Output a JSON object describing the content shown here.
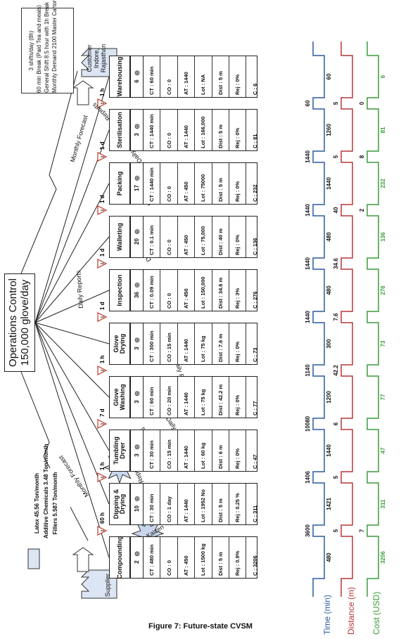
{
  "caption": "Figure 7: Future-state CVSM",
  "control": {
    "title": "Operations Control",
    "subtitle": "150,000 glove/day"
  },
  "supplier": {
    "label": "Supplier",
    "materials": [
      "Latex 45.56 Ton/month",
      "Additive Chemicals 3.48 Ton/month",
      "Fillers 5.587 Ton/month"
    ]
  },
  "customer": {
    "label": "Customer Indore, Rajasthan",
    "notes": [
      "3 shifts/day (8h)",
      "60 min Break (Paid Tea and meals)",
      "General Shift 8.5 hour with 1h Break",
      "Monthly Demand 2100 Master Carton"
    ]
  },
  "arrows": {
    "monthly_forecast": "Monthly Forecast",
    "daily_reports": "Daily Reports",
    "kaizen": "Kaizen"
  },
  "processes": [
    {
      "name": "Compounding",
      "ops": "2",
      "ct": "CT : 480 min",
      "co": "CO : 0",
      "at": "AT : 450",
      "lot": "Lot : 1500 kg",
      "dist": "Dist : 5 m",
      "rej": "Rej : 0.9%",
      "c": "C : 3206"
    },
    {
      "name": "Dipping & Drying",
      "ops": "10",
      "ct": "CT : 30 min",
      "co": "CO : 1 day",
      "at": "AT : 1440",
      "lot": "Lot : 1952 No",
      "dist": "Dist : 5 m",
      "rej": "Rej : 0.25 %",
      "c": "C : 311"
    },
    {
      "name": "Tumbling Dryer",
      "ops": "3",
      "ct": "CT : 30 min",
      "co": "CO : 15 min",
      "at": "AT : 1440",
      "lot": "Lot : 60 kg",
      "dist": "Dist : 6 m",
      "rej": "Rej : 0%",
      "c": "C : 47"
    },
    {
      "name": "Glove Washing",
      "ops": "3",
      "ct": "CT : 60 min",
      "co": "CO : 20 min",
      "at": "AT : 1440",
      "lot": "Lot : 75 kg",
      "dist": "Dist : 42.2 m",
      "rej": "Rej : 0%",
      "c": "C : 77"
    },
    {
      "name": "Glove Drying",
      "ops": "3",
      "ct": "CT : 300 min",
      "co": "CO : 15 min",
      "at": "AT : 1440",
      "lot": "Lot : 75 kg",
      "dist": "Dist : 7.6 m",
      "rej": "Rej : 0%",
      "c": "C : 73"
    },
    {
      "name": "Inspection",
      "ops": "36",
      "ct": "CT : 0.09 min",
      "co": "CO : 0",
      "at": "AT : 450",
      "lot": "Lot : 150,000",
      "dist": "Dist : 34.6 m",
      "rej": "Rej : 3%",
      "c": "C : 276"
    },
    {
      "name": "Walleting",
      "ops": "20",
      "ct": "CT : 0.1 min",
      "co": "CO : 0",
      "at": "AT : 450",
      "lot": "Lot : 75,000",
      "dist": "Dist : 40 m",
      "rej": "Rej : 0%",
      "c": "C : 136"
    },
    {
      "name": "Packing",
      "ops": "17",
      "ct": "CT : 1440 min",
      "co": "CO : 0",
      "at": "AT : 450",
      "lot": "Lot : 75000",
      "dist": "Dist : 5 m",
      "rej": "Rej : 0%",
      "c": "C : 232"
    },
    {
      "name": "Sterilisation",
      "ops": "3",
      "ct": "CT : 1440 min",
      "co": "CO : 0",
      "at": "AT : 1440",
      "lot": "Lot : 166,000",
      "dist": "Dist : 5 m",
      "rej": "Rej : 0%",
      "c": "C : 81"
    },
    {
      "name": "Warehousing",
      "ops": "6",
      "ct": "CT : 60 min",
      "co": "CO : 0",
      "at": "AT : 1440",
      "lot": "Lot : NA",
      "dist": "Dist : 5 m",
      "rej": "Rej : 0%",
      "c": "C : 6"
    }
  ],
  "inventory": [
    "60 h",
    "1 h",
    "7 d",
    "1 h",
    "1 d",
    "1 d",
    "1 d",
    "1 d",
    "1 h"
  ],
  "timeline": {
    "time": {
      "label": "Time (min)",
      "proc": [
        "480",
        "1421",
        "1440",
        "1200",
        "300",
        "480",
        "480",
        "1440",
        "1260",
        "60"
      ],
      "wait": [
        "3600",
        "1406",
        "10080",
        "1140",
        "1440",
        "1440",
        "1440",
        "1440",
        "60"
      ]
    },
    "distance": {
      "label": "Distance (m)",
      "proc": [],
      "wait": [
        "5",
        "5",
        "6",
        "42.2",
        "7.6",
        "34.6",
        "40",
        "5",
        "5"
      ]
    },
    "cost": {
      "label": "Cost (USD)",
      "proc": [
        "3206",
        "311",
        "47",
        "77",
        "73",
        "276",
        "136",
        "232",
        "81",
        "6"
      ],
      "wait": [
        "7",
        "",
        "",
        "",
        "",
        "",
        "2",
        "8",
        "0"
      ]
    }
  },
  "colors": {
    "time": "#2c5aa0",
    "distance": "#b5373a",
    "cost": "#3a9c3a",
    "kaizen": "#c9d6ec",
    "inv": "#c0392b"
  }
}
